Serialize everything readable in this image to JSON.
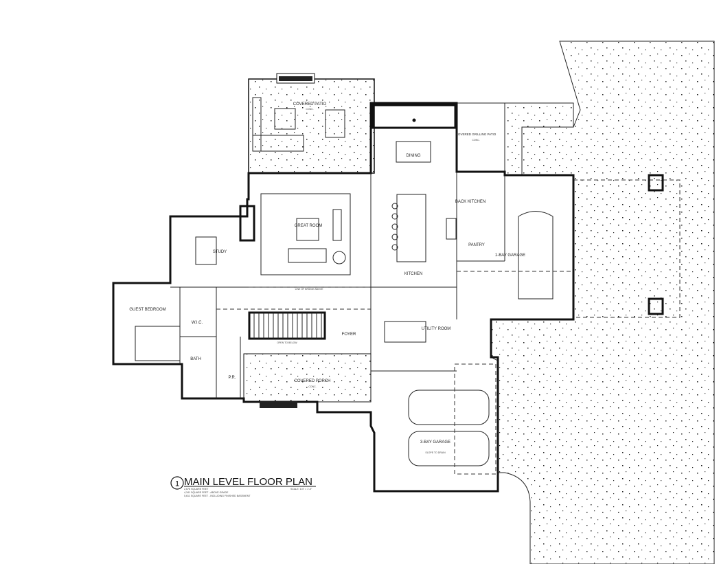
{
  "plan": {
    "title_number": "1",
    "title": "MAIN LEVEL FLOOR PLAN",
    "notes": [
      "2,676  SQUARE FEET",
      "4,341  SQUARE FEET - ABOVE GRADE",
      "5,611  SQUARE FEET - INCLUDING FINISHED BASEMENT"
    ],
    "scale": "SCALE: 1/4\" = 1'-0\""
  },
  "rooms": {
    "covered_patio": {
      "name": "COVERED PATIO",
      "floor": "CONC."
    },
    "dining": {
      "name": "DINING"
    },
    "grilling_patio": {
      "name": "COVERED GRILLING PATIO",
      "floor": "CONC."
    },
    "great_room": {
      "name": "GREAT ROOM"
    },
    "study": {
      "name": "STUDY"
    },
    "kitchen": {
      "name": "KITCHEN"
    },
    "back_kitchen": {
      "name": "BACK KITCHEN"
    },
    "pantry": {
      "name": "PANTRY"
    },
    "one_bay_garage": {
      "name": "1-BAY GARAGE"
    },
    "guest_bedroom": {
      "name": "GUEST BEDROOM"
    },
    "wic": {
      "name": "W.I.C."
    },
    "bath": {
      "name": "BATH"
    },
    "pr": {
      "name": "P.R."
    },
    "foyer": {
      "name": "FOYER"
    },
    "covered_porch": {
      "name": "COVERED PORCH",
      "floor": "CONC."
    },
    "utility_room": {
      "name": "UTILITY ROOM"
    },
    "three_bay_garage": {
      "name": "3-BAY GARAGE",
      "floor": "SLOPE TO DRAIN"
    }
  },
  "annotations": {
    "line_of_bridge": "LINE OF BRIDGE ABOVE",
    "open_to_below": "OPEN TO BELOW"
  }
}
